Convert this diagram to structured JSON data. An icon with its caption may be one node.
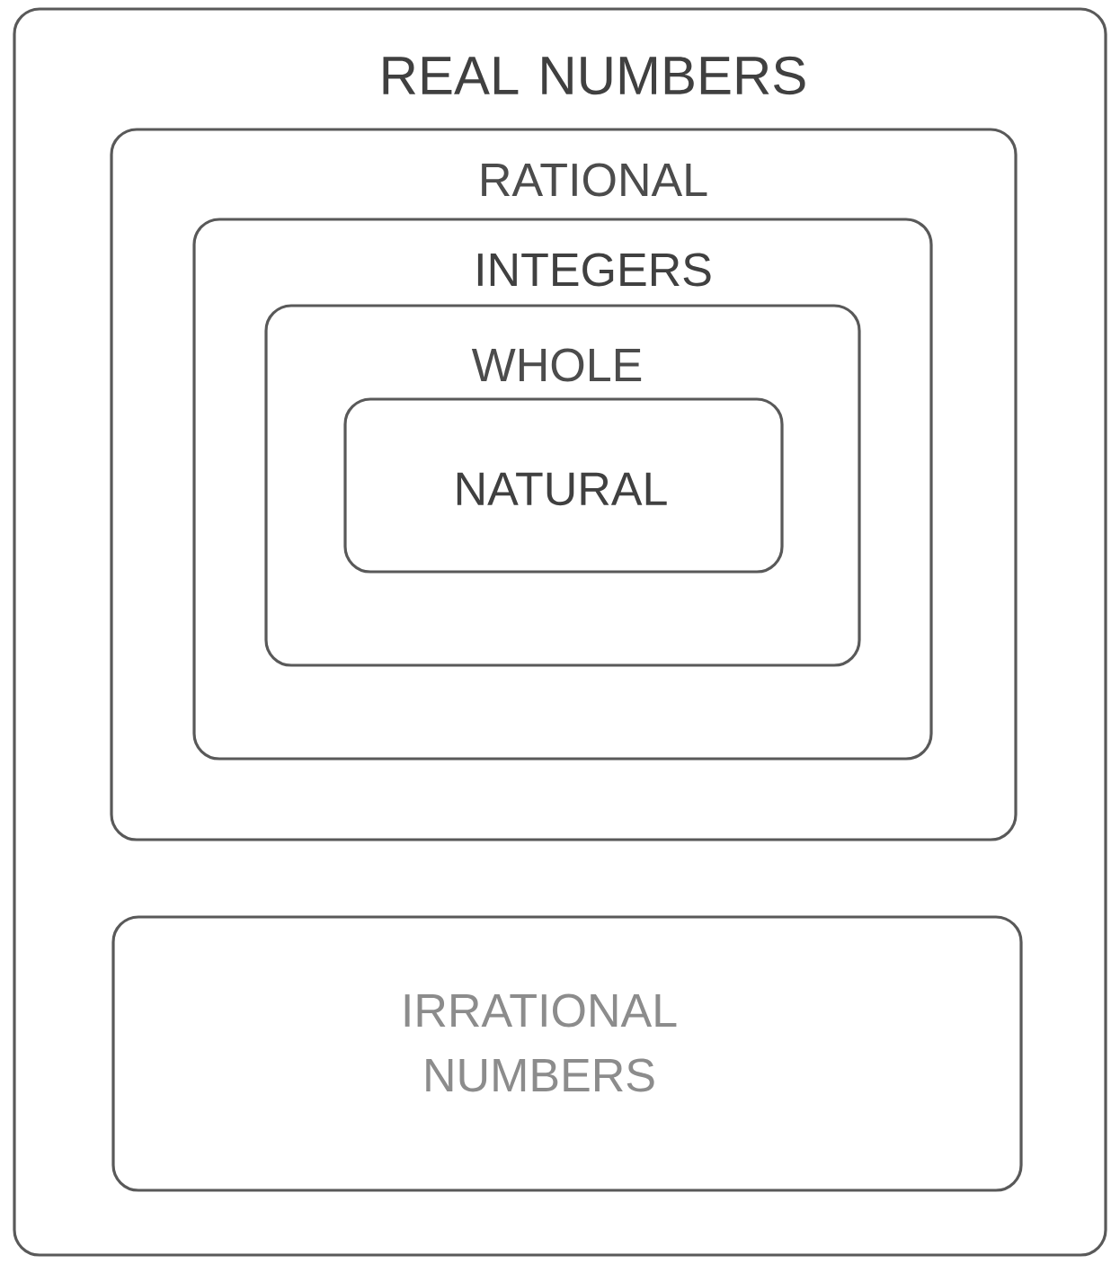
{
  "diagram": {
    "nodes": [
      {
        "text": [
          "REAL NUMBERS"
        ]
      },
      {
        "text": [
          "RATIONAL"
        ],
        "in": 0
      },
      {
        "text": [
          "INTEGERS"
        ],
        "in": 1
      },
      {
        "text": [
          "WHOLE"
        ],
        "in": 2
      },
      {
        "text": [
          "NATURAL"
        ],
        "in": 3
      },
      {
        "text": [
          "IRRATIONAL NUMBERS"
        ],
        "in": 0
      }
    ]
  }
}
